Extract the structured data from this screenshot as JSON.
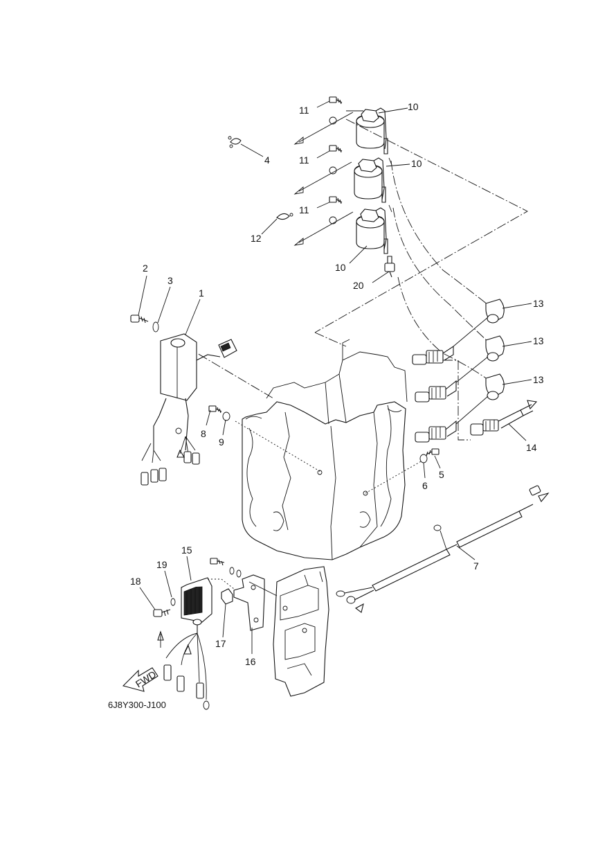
{
  "diagram": {
    "code": "6J8Y300-J100",
    "fwd_label": "FWD",
    "labels": [
      {
        "id": "1",
        "text": "1"
      },
      {
        "id": "2",
        "text": "2"
      },
      {
        "id": "3",
        "text": "3"
      },
      {
        "id": "4",
        "text": "4"
      },
      {
        "id": "5",
        "text": "5"
      },
      {
        "id": "6",
        "text": "6"
      },
      {
        "id": "7",
        "text": "7"
      },
      {
        "id": "8",
        "text": "8"
      },
      {
        "id": "9",
        "text": "9"
      },
      {
        "id": "10a",
        "text": "10"
      },
      {
        "id": "10b",
        "text": "10"
      },
      {
        "id": "10c",
        "text": "10"
      },
      {
        "id": "11a",
        "text": "11"
      },
      {
        "id": "11b",
        "text": "11"
      },
      {
        "id": "11c",
        "text": "11"
      },
      {
        "id": "12",
        "text": "12"
      },
      {
        "id": "13a",
        "text": "13"
      },
      {
        "id": "13b",
        "text": "13"
      },
      {
        "id": "13c",
        "text": "13"
      },
      {
        "id": "14",
        "text": "14"
      },
      {
        "id": "15",
        "text": "15"
      },
      {
        "id": "16",
        "text": "16"
      },
      {
        "id": "17",
        "text": "17"
      },
      {
        "id": "18",
        "text": "18"
      },
      {
        "id": "19",
        "text": "19"
      },
      {
        "id": "20",
        "text": "20"
      }
    ]
  }
}
